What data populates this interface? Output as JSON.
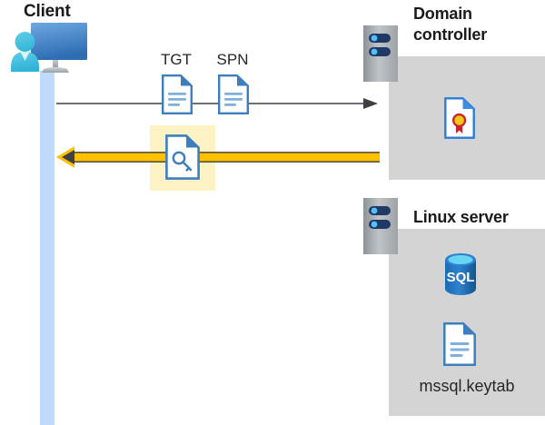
{
  "diagram": {
    "type": "sequence-flow",
    "title_client": "Client",
    "title_domain_controller": "Domain\ncontroller",
    "title_linux_server": "Linux server",
    "labels": {
      "tgt": "TGT",
      "spn": "SPN",
      "keytab": "mssql.keytab"
    },
    "icons": {
      "client": "user-workstation-icon",
      "tgt_doc": "document-icon",
      "spn_doc": "document-icon",
      "key_doc": "key-document-icon",
      "dc_server": "server-rack-icon",
      "linux_server": "server-rack-icon",
      "certificate": "certificate-document-icon",
      "sql": "sql-database-icon",
      "keytab_doc": "document-icon"
    },
    "flows": [
      {
        "name": "request",
        "direction": "client-to-domain-controller",
        "style": "thin-black-arrow",
        "carries": [
          "TGT",
          "SPN"
        ]
      },
      {
        "name": "reply",
        "direction": "domain-controller-to-client",
        "style": "thick-yellow-arrow",
        "carries": [
          "service-ticket"
        ],
        "highlighted": true
      }
    ],
    "colors": {
      "panel_gray": "#d4d4d4",
      "lifeline_blue": "#bfdbfb",
      "highlight_yellow": "#fdf2c4",
      "arrow_yellow": "#ffc000",
      "arrow_black": "#3f3f46",
      "doc_blue": "#4a8cc9",
      "sql_blue": "#1d6bb8",
      "cert_red": "#c1272d",
      "cert_gold": "#f5c518"
    }
  }
}
